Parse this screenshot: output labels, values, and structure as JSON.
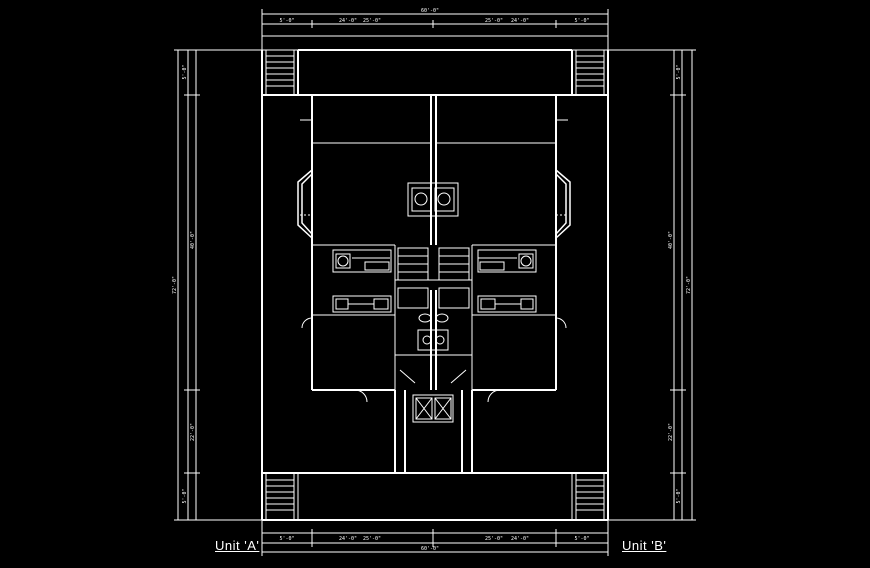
{
  "units": {
    "a": "Unit 'A'",
    "b": "Unit 'B'"
  },
  "dimensions": {
    "top_overall": "60'-0\"",
    "top_segments": [
      "5'-0\"",
      "24'-0\"",
      "25'-0\"",
      "25'-0\"",
      "24'-0\"",
      "5'-0\""
    ],
    "bottom_overall": "60'-0\"",
    "bottom_segments": [
      "5'-0\"",
      "24'-0\"",
      "25'-0\"",
      "25'-0\"",
      "24'-0\"",
      "5'-0\""
    ],
    "left_overall": "72'-0\"",
    "left_segments": [
      "5'-0\"",
      "40'-0\"",
      "22'-0\"",
      "5'-0\""
    ],
    "right_overall": "72'-0\"",
    "right_segments": [
      "5'-0\"",
      "40'-0\"",
      "22'-0\"",
      "5'-0\""
    ]
  },
  "colors": {
    "background": "#000000",
    "lines": "#ffffff"
  }
}
